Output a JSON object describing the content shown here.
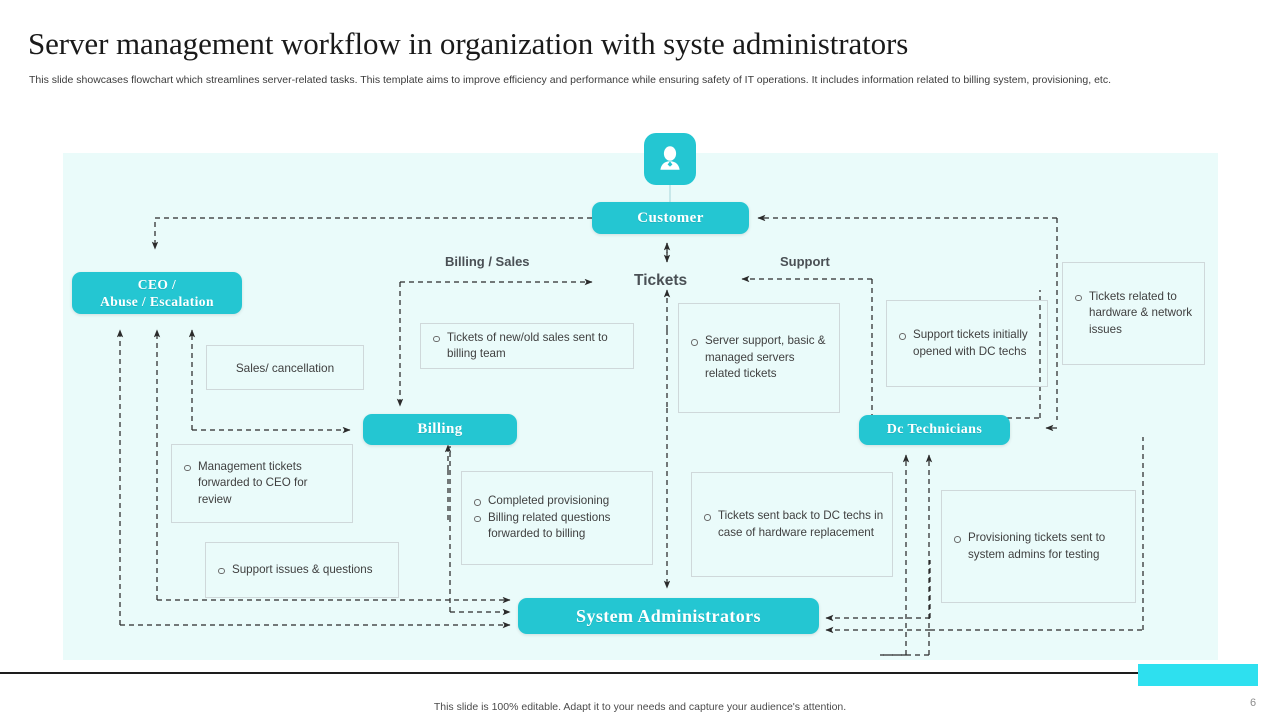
{
  "header": {
    "title": "Server management workflow in organization with syste administrators",
    "subtitle": "This slide showcases flowchart which streamlines server-related tasks. This template aims to improve efficiency and performance while ensuring safety of IT operations. It includes information related to billing system, provisioning, etc."
  },
  "colors": {
    "accent": "#24c6d2",
    "accent_bright": "#2ee0ef",
    "panel_bg": "#eafbfa",
    "box_border": "#cfd8da",
    "text": "#404040"
  },
  "nodes": {
    "customer": "Customer",
    "ceo": {
      "line1": "CEO /",
      "line2": "Abuse / Escalation"
    },
    "billing": "Billing",
    "dc_technicians": "Dc Technicians",
    "system_administrators": "System Administrators"
  },
  "icons": {
    "customer_avatar": "person-icon"
  },
  "labels": {
    "billing_sales": "Billing / Sales",
    "tickets": "Tickets",
    "support": "Support"
  },
  "boxes": {
    "sales_cancellation": {
      "text": "Sales/ cancellation"
    },
    "tickets_new_old_sales": {
      "items": [
        "Tickets of new/old  sales sent to billing team"
      ]
    },
    "server_support": {
      "items": [
        "Server  support, basic & managed  servers related tickets"
      ]
    },
    "support_tickets_dc": {
      "items": [
        "Support tickets initially opened with DC techs"
      ]
    },
    "tickets_hardware_network": {
      "items": [
        "Tickets related to hardware  & network issues"
      ]
    },
    "management_tickets_ceo": {
      "items": [
        "Management  tickets forwarded  to CEO for review"
      ]
    },
    "support_issues_questions": {
      "items": [
        "Support issues & questions"
      ]
    },
    "completed_provisioning": {
      "items": [
        "Completed  provisioning",
        "Billing related questions forwarded  to billing"
      ]
    },
    "tickets_back_dc": {
      "items": [
        "Tickets sent back to DC techs in case of hardware  replacement"
      ]
    },
    "provisioning_tickets": {
      "items": [
        "Provisioning  tickets sent to system admins for testing"
      ]
    }
  },
  "footer": {
    "note": "This slide is 100% editable. Adapt it to your needs and capture your audience's attention.",
    "page_number": "6"
  }
}
